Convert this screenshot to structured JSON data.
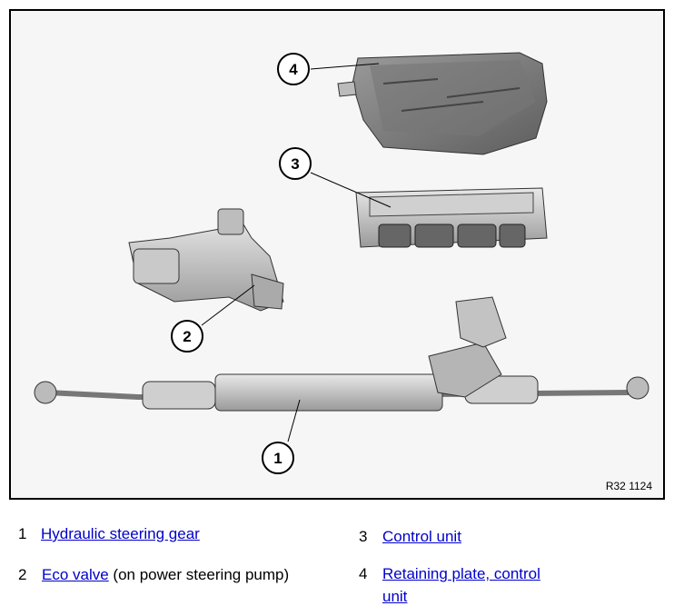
{
  "figure": {
    "reference": "R32 1124",
    "callouts": [
      "1",
      "2",
      "3",
      "4"
    ]
  },
  "legend": [
    {
      "number": "1",
      "link": "Hydraulic steering gear",
      "note": ""
    },
    {
      "number": "2",
      "link": "Eco valve",
      "note": " (on power steering pump)"
    },
    {
      "number": "3",
      "link": "Control unit",
      "note": ""
    },
    {
      "number": "4",
      "link": "Retaining plate, control",
      "link2": "unit",
      "note": ""
    }
  ],
  "colors": {
    "link": "#0000cc",
    "frame": "#000000",
    "part_shade": "#8a8a8a"
  }
}
